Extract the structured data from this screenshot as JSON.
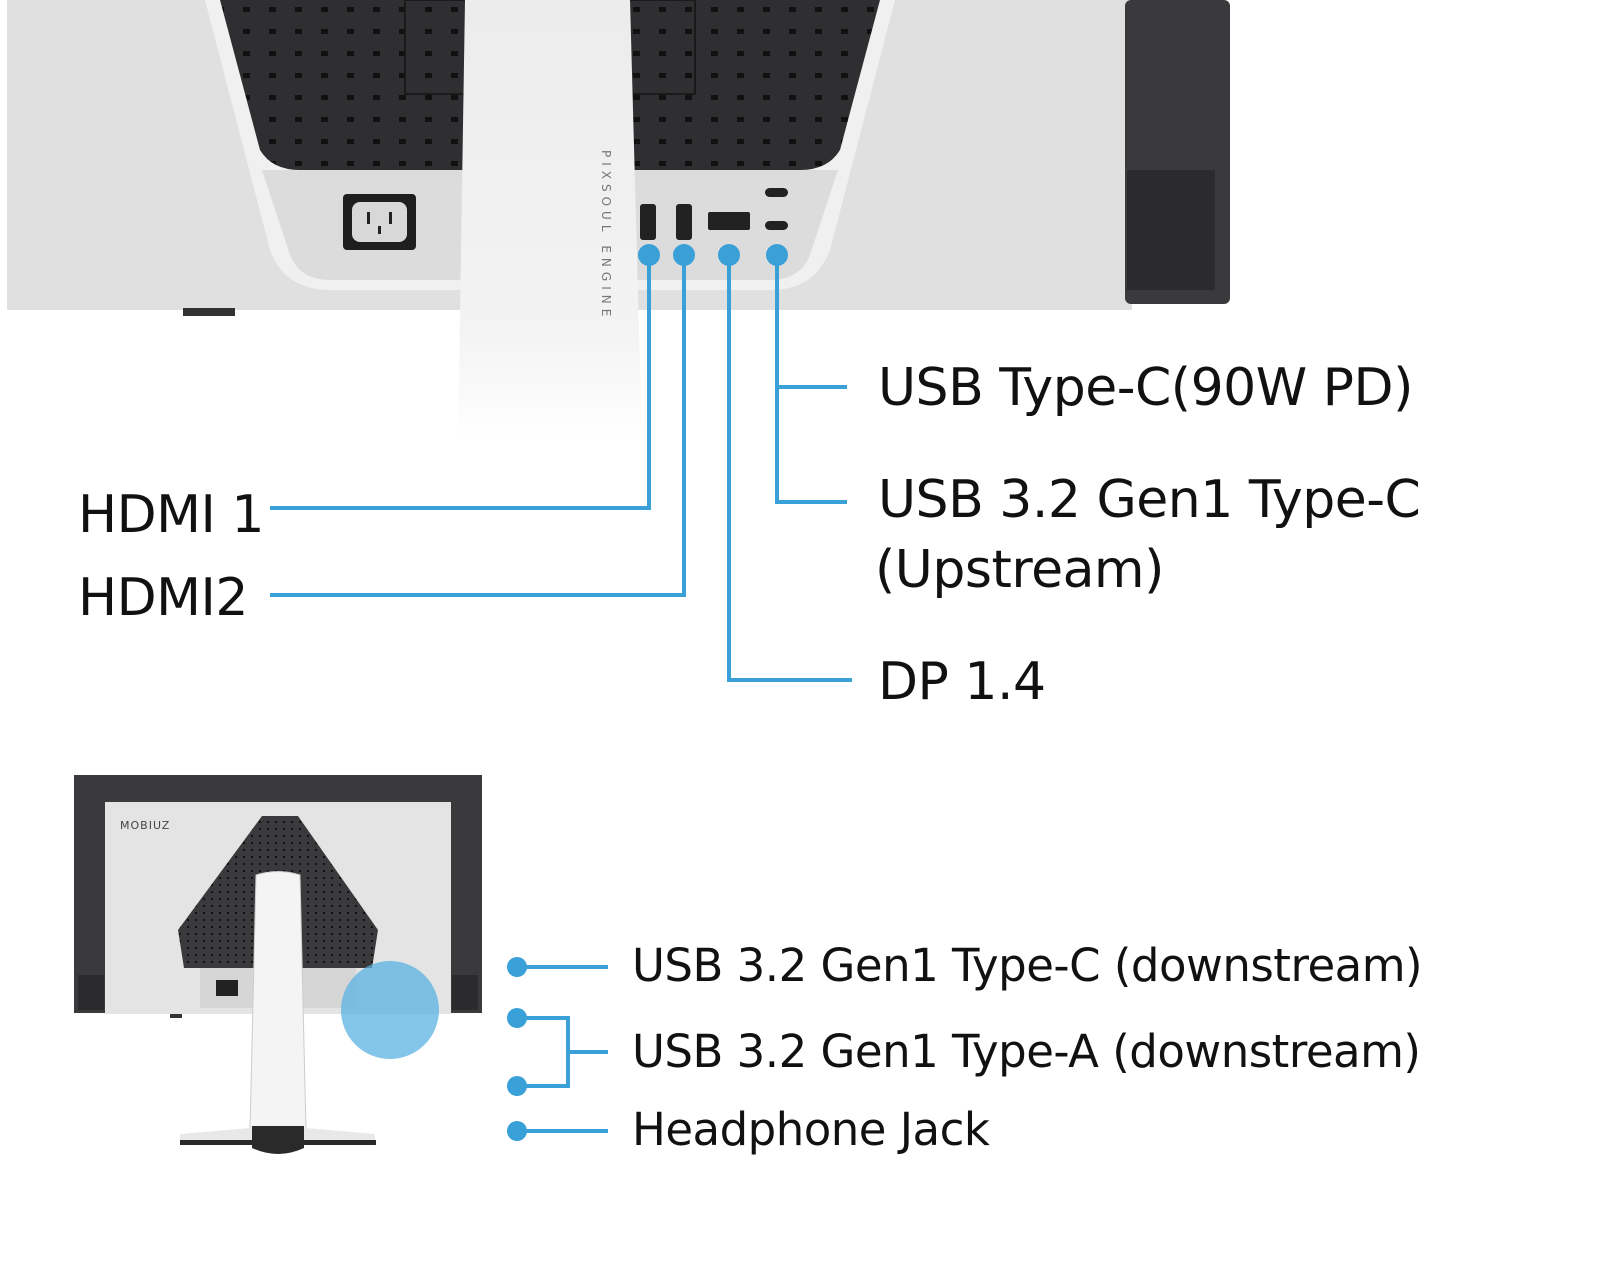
{
  "colors": {
    "accent": "#3aa0d8",
    "panel": "#e2e2e2",
    "vent": "#2f2f31",
    "bezel": "#3a3a3c"
  },
  "monitor": {
    "brand_text": "MOBIUZ",
    "stand_text": "PIXSOUL ENGINE"
  },
  "top_ports": [
    {
      "label": "HDMI 1"
    },
    {
      "label": "HDMI2"
    },
    {
      "label": "DP 1.4"
    },
    {
      "label": "USB Type-C(90W PD)"
    },
    {
      "label_line1": "USB 3.2 Gen1 Type-C",
      "label_line2": "(Upstream)"
    }
  ],
  "side_ports": [
    {
      "label": "USB 3.2 Gen1 Type-C (downstream)"
    },
    {
      "label": "USB 3.2 Gen1 Type-A (downstream)"
    },
    {
      "label": "Headphone Jack"
    }
  ]
}
